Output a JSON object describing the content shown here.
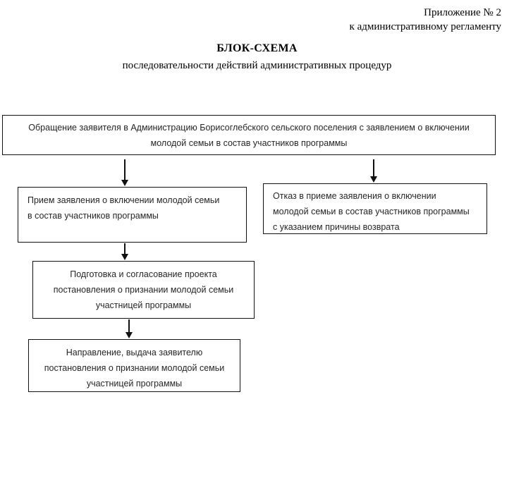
{
  "header": {
    "appendix_line1": "Приложение № 2",
    "appendix_line2": "к административному регламенту"
  },
  "title": {
    "main": "БЛОК-СХЕМА",
    "subtitle": "последовательности действий административных процедур"
  },
  "flowchart": {
    "boxes": [
      {
        "id": "intake",
        "lines": [
          "Обращение заявителя в Администрацию Борисоглебского сельского поселения с заявлением о  включении",
          "молодой семьи в состав участников программы"
        ]
      },
      {
        "id": "accept",
        "lines": [
          "Прием заявления о  включении молодой семьи",
          "в состав участников программы"
        ]
      },
      {
        "id": "refusal",
        "lines": [
          "Отказ в приеме заявления о включении",
          "молодой семьи в состав участников программы",
          "с указанием причины возврата"
        ]
      },
      {
        "id": "draft",
        "lines": [
          "Подготовка и согласование проекта",
          "постановления о признании молодой семьи",
          "участницей программы"
        ]
      },
      {
        "id": "issue",
        "lines": [
          "Направление, выдача заявителю",
          "постановления о признании молодой семьи",
          "участницей программы"
        ]
      }
    ],
    "arrows": [
      {
        "id": "intake-to-accept",
        "direction": "down"
      },
      {
        "id": "intake-to-refusal",
        "direction": "down"
      },
      {
        "id": "accept-to-draft",
        "direction": "down"
      },
      {
        "id": "draft-to-issue",
        "direction": "down"
      }
    ]
  },
  "colors": {
    "box_border": "#111111",
    "box_fill": "#ffffff",
    "text": "#262626",
    "heading_text": "#000000"
  }
}
